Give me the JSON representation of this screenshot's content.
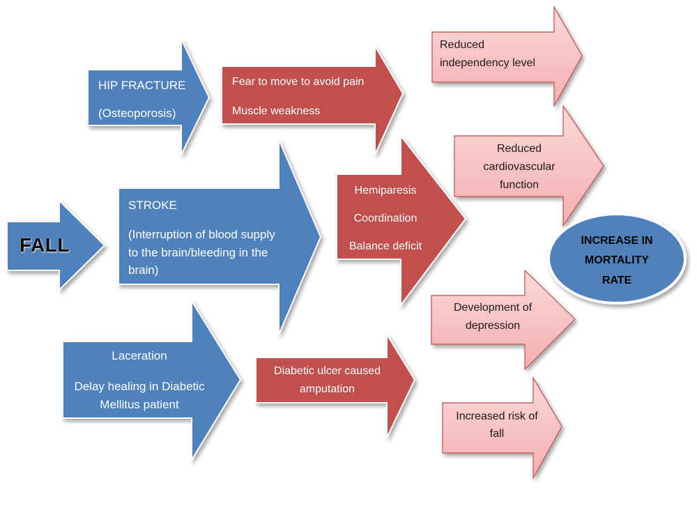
{
  "fall": "FALL",
  "hip": {
    "line1": "HIP FRACTURE",
    "line2": "(Osteoporosis)"
  },
  "stroke": {
    "title": "STROKE",
    "desc1": "(Interruption of blood supply",
    "desc2": "to the brain/bleeding in the",
    "desc3": "brain)"
  },
  "laceration": {
    "line1": "Laceration",
    "line2": "Delay healing in Diabetic",
    "line3": "Mellitus patient"
  },
  "fear": {
    "line1": "Fear to move to avoid pain",
    "line2": "Muscle weakness"
  },
  "hemi": {
    "line1": "Hemiparesis",
    "line2": "Coordination",
    "line3": "Balance deficit"
  },
  "ulcer": {
    "line1": "Diabetic ulcer caused",
    "line2": "amputation"
  },
  "reduced_indep": {
    "line1": "Reduced",
    "line2": "independency level"
  },
  "reduced_cardio": {
    "line1": "Reduced",
    "line2": "cardiovascular",
    "line3": "function"
  },
  "depression": {
    "line1": "Development of",
    "line2": "depression"
  },
  "risk_fall": {
    "line1": "Increased risk of",
    "line2": "fall"
  },
  "mortality": {
    "line1": "INCREASE IN",
    "line2": "MORTALITY",
    "line3": "RATE"
  },
  "colors": {
    "blue": "#4f81bd",
    "red": "#c0504d",
    "pink": "#f7c4c4",
    "pinkBorder": "#c0504d"
  }
}
